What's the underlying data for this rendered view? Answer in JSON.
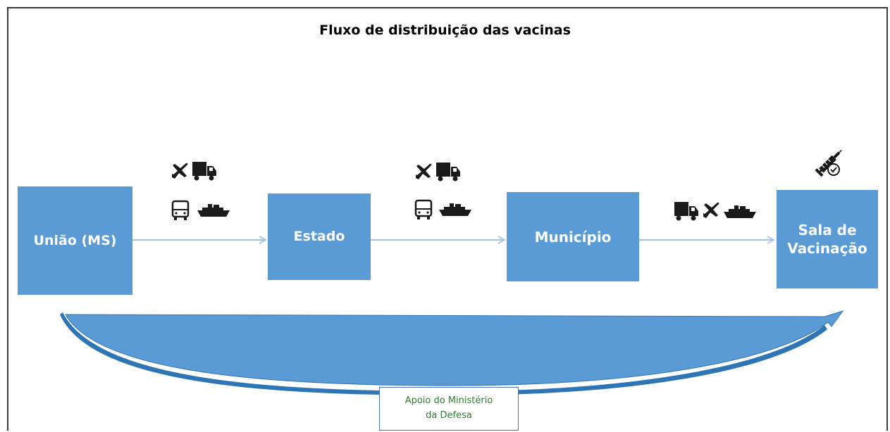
{
  "title": "Fluxo de distribuição das vacinas",
  "nodes": {
    "uniao": "União (MS)",
    "estado": "Estado",
    "municipio": "Município",
    "sala_line1": "Sala de",
    "sala_line2": "Vacinação"
  },
  "support": {
    "line1": "Apoio do Ministério",
    "line2": "da Defesa"
  },
  "transport_icons": {
    "uniao_to_estado": [
      "airplane-icon",
      "truck-icon",
      "bus-icon",
      "ship-icon"
    ],
    "estado_to_municipio": [
      "airplane-icon",
      "truck-icon",
      "bus-icon",
      "ship-icon"
    ],
    "municipio_to_sala": [
      "truck-icon",
      "airplane-icon",
      "ship-icon"
    ],
    "sala": [
      "syringe-icon"
    ]
  },
  "colors": {
    "box_fill": "#5b9bd5",
    "arrow": "#9dc3e6",
    "curved_arrow": "#2e75b6",
    "support_text": "#2e7d32",
    "support_border": "#4472c4"
  }
}
